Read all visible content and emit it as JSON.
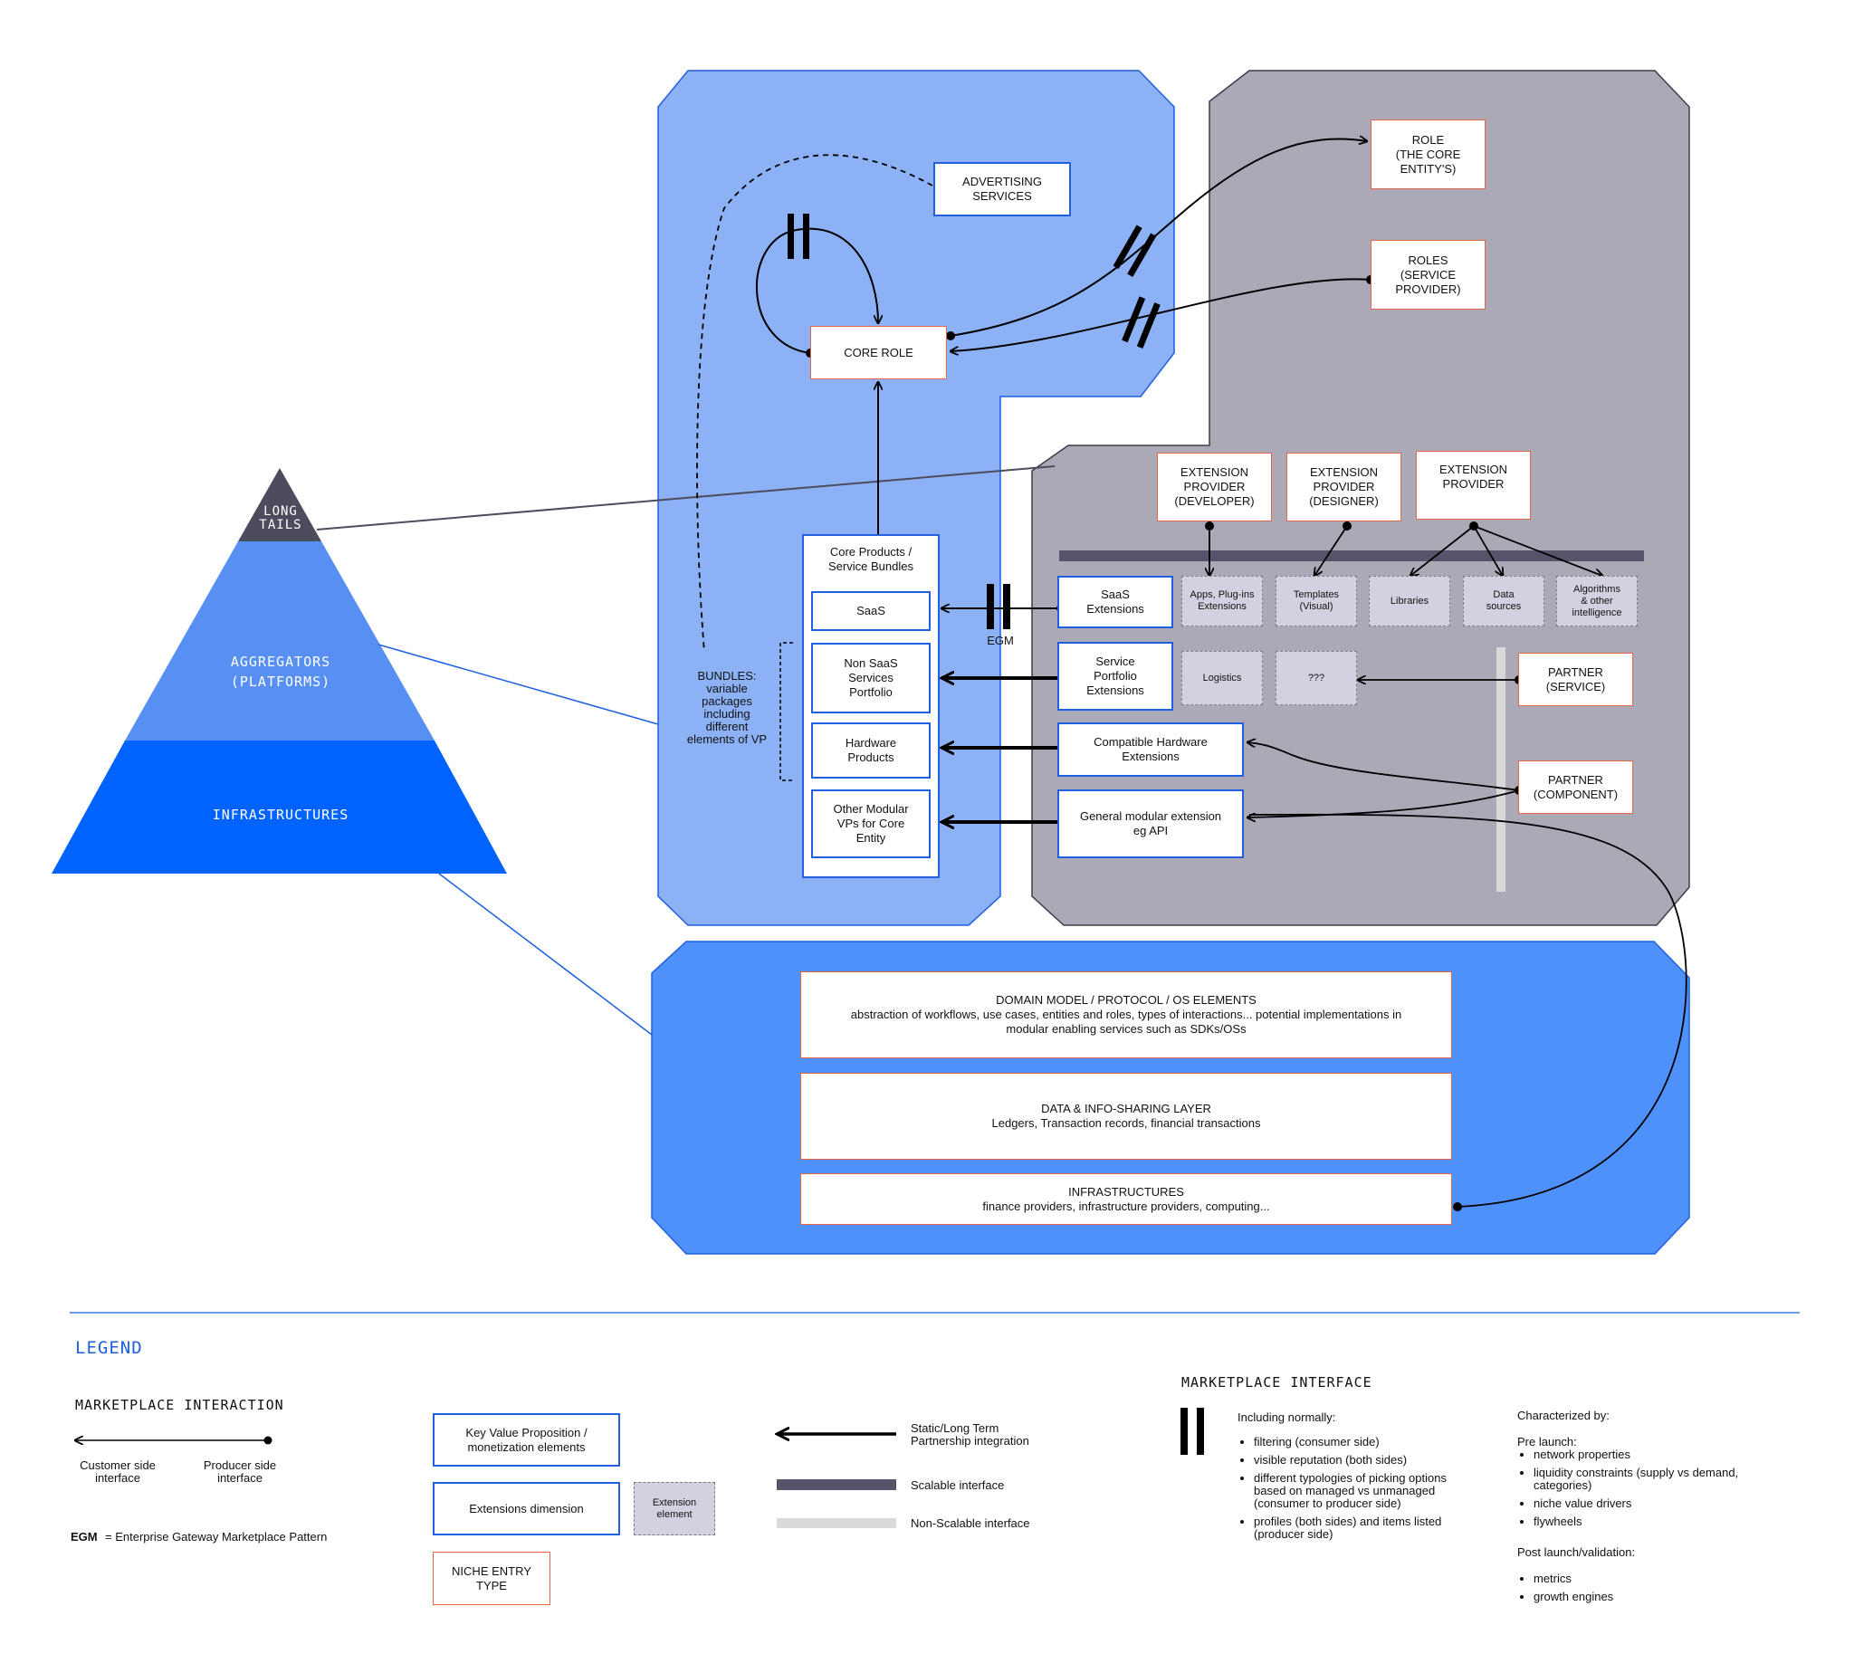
{
  "pyramid": {
    "top": "LONG\nTAILS",
    "middle": "AGGREGATORS\n(PLATFORMS)",
    "bottom": "INFRASTRUCTURES"
  },
  "advertising": "ADVERTISING\nSERVICES",
  "core_role": "CORE ROLE",
  "role_core_entity": "ROLE\n(THE CORE\nENTITY'S)",
  "roles_service_provider": "ROLES\n(SERVICE\nPROVIDER)",
  "bundles_note": "BUNDLES:\nvariable\npackages\nincluding\ndifferent\nelements of VP",
  "core_products": {
    "title": "Core Products /\nService Bundles",
    "items": [
      "SaaS",
      "Non SaaS\nServices\nPortfolio",
      "Hardware\nProducts",
      "Other Modular\nVPs for Core\nEntity"
    ]
  },
  "egm_label": "EGM",
  "extension_providers": [
    "EXTENSION\nPROVIDER\n(DEVELOPER)",
    "EXTENSION\nPROVIDER\n(DESIGNER)",
    "EXTENSION\nPROVIDER"
  ],
  "extensions": {
    "saas": "SaaS\nExtensions",
    "service": "Service\nPortfolio\nExtensions",
    "hardware": "Compatible Hardware\nExtensions",
    "modular": "General modular extension\neg API"
  },
  "ext_elements": [
    "Apps, Plug-ins\nExtensions",
    "Templates\n(Visual)",
    "Libraries",
    "Data\nsources",
    "Algorithms\n& other\nintelligence",
    "Logistics",
    "???"
  ],
  "partners": [
    "PARTNER\n(SERVICE)",
    "PARTNER\n(COMPONENT)"
  ],
  "layers": [
    {
      "title": "DOMAIN MODEL / PROTOCOL / OS ELEMENTS",
      "desc": "abstraction of workflows, use cases, entities and roles, types of interactions... potential implementations in\nmodular enabling services such as SDKs/OSs"
    },
    {
      "title": "DATA & INFO-SHARING LAYER",
      "desc": "Ledgers, Transaction records, financial transactions"
    },
    {
      "title": "INFRASTRUCTURES",
      "desc": "finance providers, infrastructure providers, computing..."
    }
  ],
  "legend": {
    "title": "LEGEND",
    "interaction_title": "MARKETPLACE INTERACTION",
    "customer_side": "Customer side\ninterface",
    "producer_side": "Producer side\ninterface",
    "egm_abbr": "EGM",
    "egm_def": "= Enterprise Gateway Marketplace Pattern",
    "kvp": "Key Value Proposition /\nmonetization elements",
    "ext_dim": "Extensions dimension",
    "ext_element": "Extension\nelement",
    "niche": "NICHE ENTRY\nTYPE",
    "static": "Static/Long Term\nPartnership integration",
    "scalable": "Scalable interface",
    "non_scalable": "Non-Scalable interface",
    "interface_title": "MARKETPLACE INTERFACE",
    "including": "Including normally:",
    "including_items": [
      "filtering (consumer side)",
      "visible reputation (both sides)",
      "different typologies of picking options\nbased on managed vs unmanaged\n(consumer to producer side)",
      "profiles (both sides) and items listed\n(producer side)"
    ],
    "characterized": "Characterized by:",
    "pre_launch": "Pre launch:",
    "pre_items": [
      "network properties",
      "liquidity constraints (supply vs demand,\ncategories)",
      "niche value drivers",
      "flywheels"
    ],
    "post_launch": "Post launch/validation:",
    "post_items": [
      "metrics",
      "growth engines"
    ]
  },
  "colors": {
    "aggregator_panel": "#8cb1f5",
    "grey_panel": "#aba9b5",
    "infra_panel": "#4f91fb",
    "pyramid_top": "#4d4c5e",
    "pyramid_mid": "#5790f2",
    "pyramid_bottom": "#0062ff",
    "niche_border": "#e5654a",
    "kvp_border": "#1f5fe0",
    "scalable_bar": "#56546a",
    "non_scalable_bar": "#d9d9dc"
  }
}
